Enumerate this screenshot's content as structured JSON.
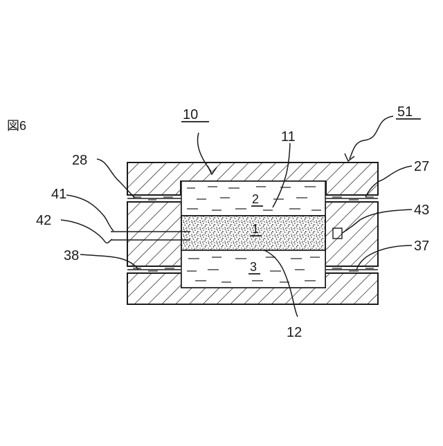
{
  "figure": {
    "label": "図6"
  },
  "labels": {
    "ref_10": "10",
    "ref_51": "51",
    "ref_11": "11",
    "ref_28": "28",
    "ref_27": "27",
    "ref_41": "41",
    "ref_42": "42",
    "ref_43": "43",
    "ref_38": "38",
    "ref_37": "37",
    "ref_2": "2",
    "ref_1": "1",
    "ref_3": "3",
    "ref_12": "12"
  },
  "colors": {
    "ink": "#1a1a1a",
    "background": "#ffffff"
  }
}
